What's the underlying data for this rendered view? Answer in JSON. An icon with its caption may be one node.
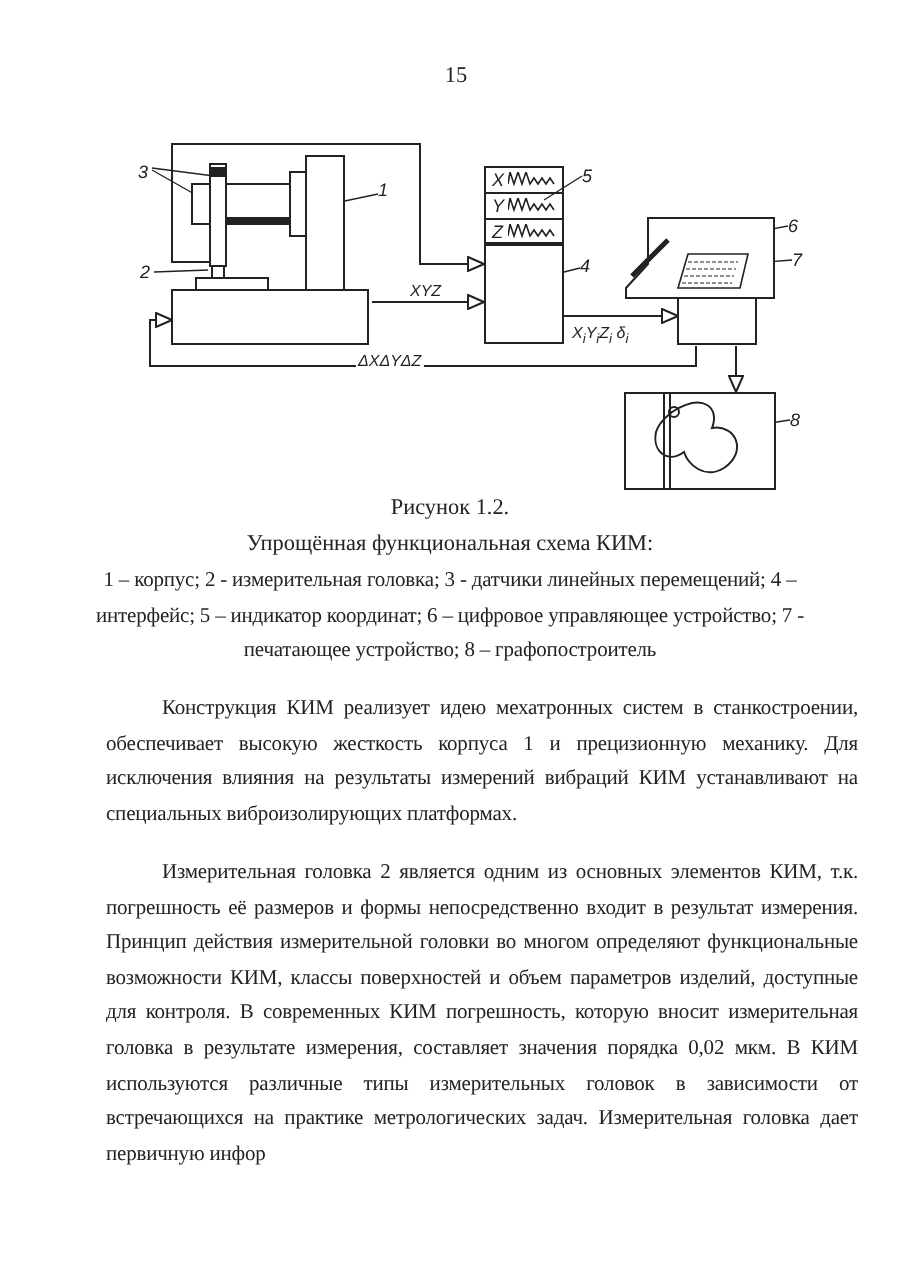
{
  "diagram": {
    "nodes": [
      {
        "text": [],
        "shape": "picture"
      },
      {
        "text": [
          "1"
        ]
      },
      {
        "text": [
          "2"
        ]
      },
      {
        "text": [
          "3"
        ]
      },
      {
        "text": [
          "X",
          "Y",
          "Z"
        ]
      },
      {
        "text": [
          "5"
        ]
      },
      {
        "text": [],
        "shape": "box"
      },
      {
        "text": [
          "4"
        ]
      },
      {
        "text": [],
        "shape": "picture"
      },
      {
        "text": [
          "6"
        ]
      },
      {
        "text": [
          "7"
        ]
      },
      {
        "text": [],
        "shape": "box"
      },
      {
        "text": [
          "8"
        ]
      }
    ],
    "edges": [
      {
        "from": 1,
        "to": 0,
        "arrow": "none"
      },
      {
        "from": 2,
        "to": 0,
        "arrow": "none"
      },
      {
        "from": 3,
        "to": 0,
        "arrow": "none"
      },
      {
        "from": 3,
        "to": 0,
        "arrow": "none"
      },
      {
        "from": 5,
        "to": 4,
        "arrow": "none"
      },
      {
        "from": 7,
        "to": 6,
        "arrow": "none"
      },
      {
        "from": 9,
        "to": 8,
        "arrow": "none"
      },
      {
        "from": 10,
        "to": 8,
        "arrow": "none"
      },
      {
        "from": 12,
        "to": 11,
        "arrow": "none"
      },
      {
        "from": 0,
        "to": 6,
        "arrow": "to"
      },
      {
        "from": 0,
        "to": 6,
        "arrow": "to",
        "label": "XYZ"
      },
      {
        "from": 6,
        "to": 8,
        "arrow": "to",
        "label": "X$_{i}$Y$_{i}$Z$_{i}$ δ$_{i}$"
      },
      {
        "from": 8,
        "to": 0,
        "arrow": "to",
        "label": "ΔXΔYΔZ"
      },
      {
        "from": 8,
        "to": 11,
        "arrow": "to"
      }
    ],
    "labels": [
      "15",
      "Рисунок 1.2.",
      "Упрощённая функциональная схема КИМ:",
      "1 – корпус; 2 - измерительная головка; 3 - датчики линейных перемещений; 4 – интерфейс; 5 – индикатор координат; 6 – цифровое управляющее устройство; 7 - печатающее устройство; 8 – графопостроитель",
      "Конструкция КИМ реализует идею мехатронных систем в станкостроении, обеспечивает высокую жесткость корпуса 1 и прецизионную механику. Для исключения влияния на результаты измерений вибраций КИМ устанавливают на специальных виброизолирующих платформах.",
      "Измерительная головка 2 является одним из основных элементов КИМ, т.к. погрешность её размеров и формы непосредственно входит в результат измерения. Принцип действия измерительной головки во многом определяют функциональные возможности КИМ, классы поверхностей и объем параметров изделий, доступные для контроля. В современных КИМ погрешность, которую вносит измерительная головка в результате измерения, составляет значения порядка 0,02 мкм. В КИМ используются различные типы измерительных головок в зависимости от встречающихся на практике метрологических задач. Измерительная головка дает первичную инфор"
    ]
  }
}
